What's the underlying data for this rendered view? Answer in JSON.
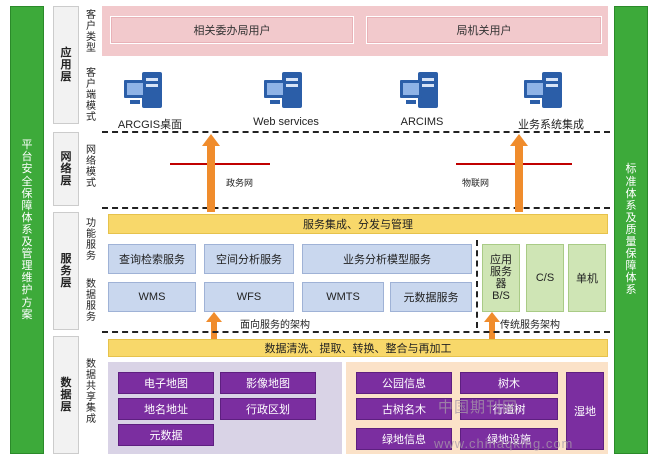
{
  "left_side": {
    "text": [
      "平",
      "台",
      "安",
      "全",
      "保",
      "障",
      "体",
      "系",
      "及",
      "管",
      "理",
      "维",
      "护",
      "方",
      "案"
    ]
  },
  "right_side": {
    "text": [
      "标",
      "准",
      "体",
      "系",
      "及",
      "质",
      "量",
      "保",
      "障",
      "体",
      "系"
    ]
  },
  "layers": {
    "application": [
      "应",
      "用",
      "层"
    ],
    "network": [
      "网",
      "络",
      "层"
    ],
    "service": [
      "服",
      "务",
      "层"
    ],
    "data": [
      "数",
      "据",
      "层"
    ]
  },
  "side_labels": {
    "client_type": [
      "客",
      "户",
      "类",
      "型"
    ],
    "client_mode": [
      "客",
      "户",
      "端",
      "模",
      "式"
    ],
    "network_mode": [
      "网",
      "络",
      "模",
      "式"
    ],
    "function_service": [
      "功",
      "能",
      "服",
      "务"
    ],
    "data_service": [
      "数",
      "据",
      "服",
      "务"
    ],
    "data_share": [
      "数",
      "据",
      "共",
      "享",
      "集",
      "成"
    ]
  },
  "client_types": [
    "相关委办局用户",
    "局机关用户"
  ],
  "servers": [
    "ARCGIS桌面",
    "Web services",
    "ARCIMS",
    "业务系统集成"
  ],
  "networks": [
    "政务网",
    "物联网"
  ],
  "service_layer": {
    "top_bar": "服务集成、分发与管理",
    "functions": [
      "查询检索服务",
      "空间分析服务",
      "业务分析模型服务"
    ],
    "data_services": [
      "WMS",
      "WFS",
      "WMTS",
      "元数据服务"
    ],
    "app_server": [
      "应用",
      "服务",
      "器",
      "B/S"
    ],
    "cs": "C/S",
    "single": "单机",
    "soa_label": "面向服务的架构",
    "trad_label": "传统服务架构"
  },
  "data_layer": {
    "top_bar": "数据清洗、提取、转换、整合与再加工",
    "left": [
      "电子地图",
      "影像地图",
      "地名地址",
      "行政区划",
      "元数据"
    ],
    "right": [
      "公园信息",
      "树木",
      "古树名木",
      "行道树",
      "绿地信息",
      "绿地设施"
    ],
    "wetland": "湿地"
  },
  "watermark": {
    "cn": "中国期刊网",
    "url": "www.chinaqking.com"
  },
  "colors": {
    "side_green": "#3daa3a",
    "pink": "#f2c9cc",
    "arrow_orange": "#f08c2c",
    "yellow": "#f8d86a",
    "blue": "#c9d7ee",
    "green": "#cfe5b5",
    "purple": "#7b2ea0",
    "red_line": "#c00000"
  }
}
